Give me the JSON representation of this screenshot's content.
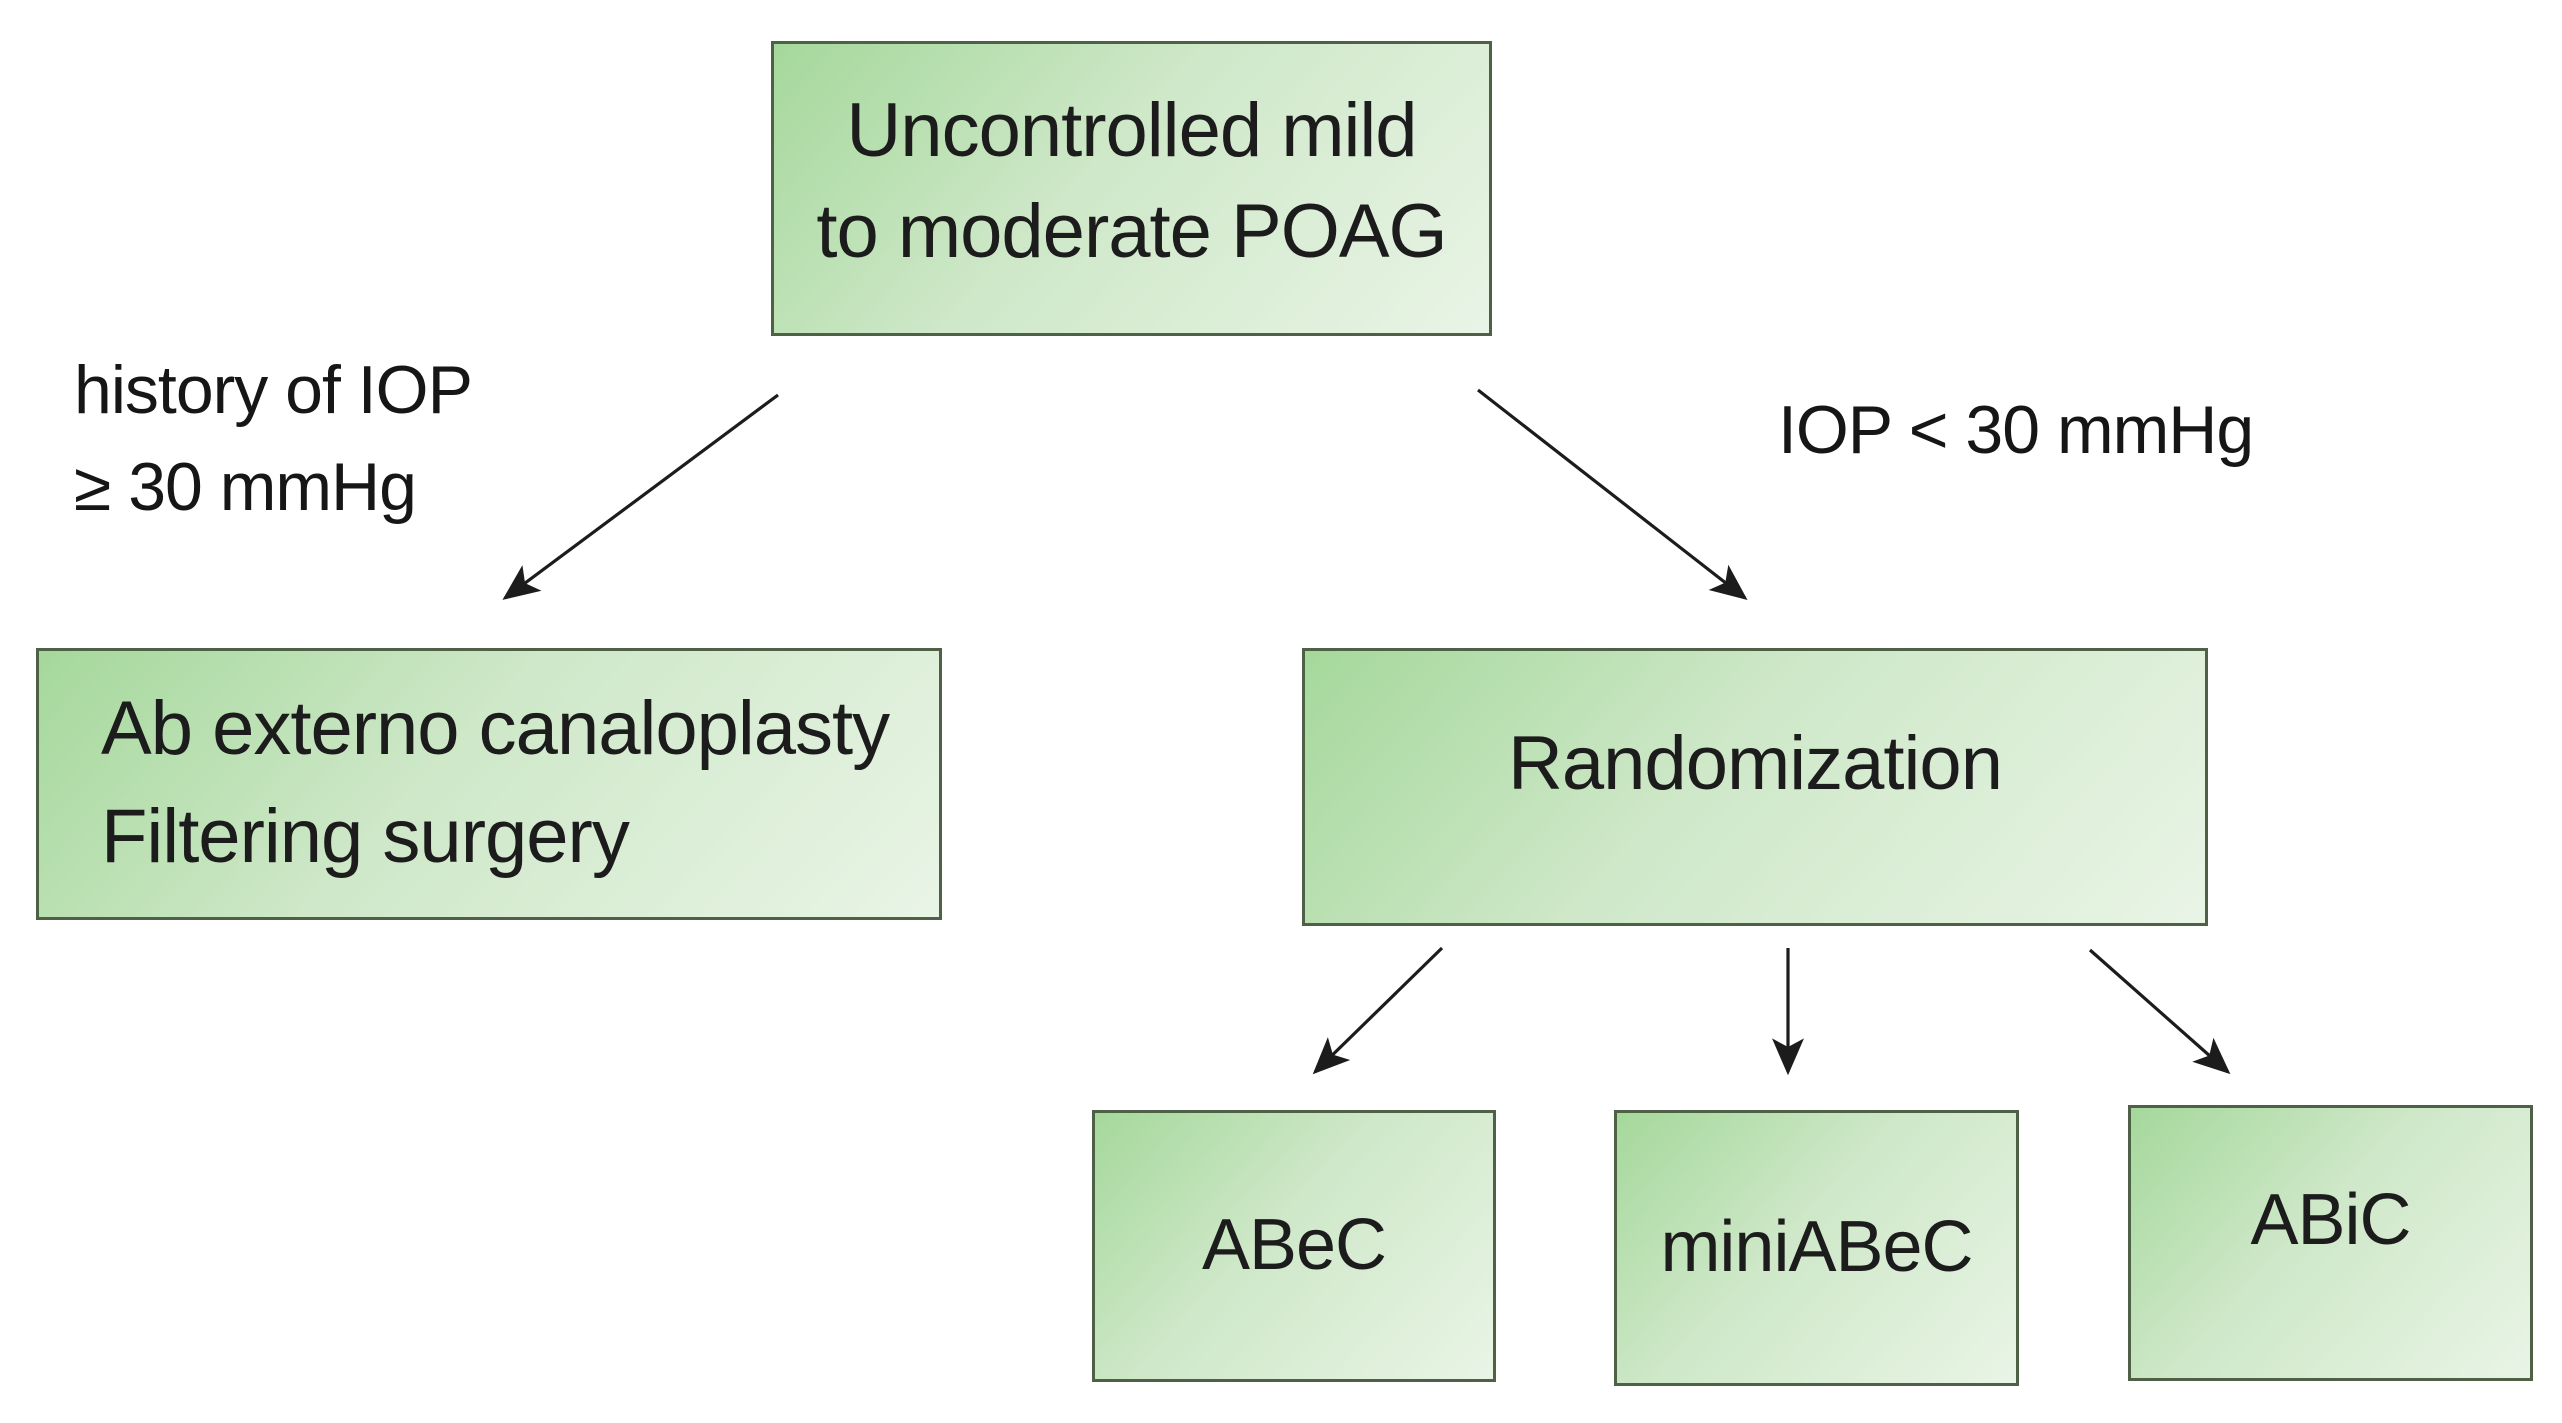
{
  "figure": {
    "type": "flowchart",
    "background": "#ffffff",
    "colors": {
      "box_fill_dark": "#a5d89b",
      "box_fill_light": "#e9f4e6",
      "box_border": "#4e6147",
      "arrow": "#1c1c1c",
      "text": "#1c1c1c"
    },
    "nodes": {
      "uncontrolled": {
        "line1": "Uncontrolled mild",
        "line2": "to moderate POAG"
      },
      "ab_externo": {
        "line1": "Ab externo canaloplasty",
        "line2": "Filtering surgery"
      },
      "randomization": {
        "label": "Randomization"
      },
      "abec": {
        "label": "ABeC"
      },
      "miniabec": {
        "label": "miniABeC"
      },
      "abic": {
        "label": "ABiC"
      }
    },
    "edge_labels": {
      "left_line1": "history of IOP",
      "left_line2": "≥ 30 mmHg",
      "right": "IOP < 30 mmHg"
    },
    "edges": [
      {
        "from": "uncontrolled",
        "to": "ab_externo",
        "label": "history of IOP ≥ 30 mmHg"
      },
      {
        "from": "uncontrolled",
        "to": "randomization",
        "label": "IOP < 30 mmHg"
      },
      {
        "from": "randomization",
        "to": "abec",
        "label": ""
      },
      {
        "from": "randomization",
        "to": "miniabec",
        "label": ""
      },
      {
        "from": "randomization",
        "to": "abic",
        "label": ""
      }
    ]
  }
}
